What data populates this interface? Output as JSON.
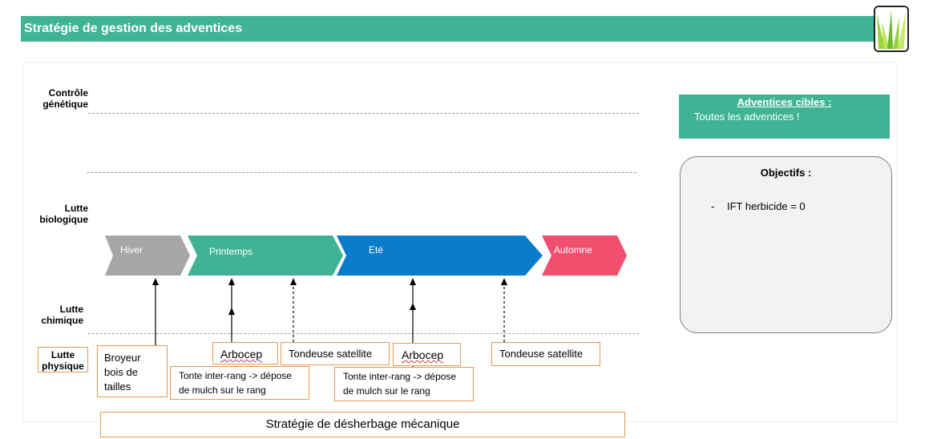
{
  "header": {
    "title": "Stratégie de gestion des adventices"
  },
  "logo": {
    "icon": "grass-logo-icon"
  },
  "rows": {
    "controle_genetique": "Contrôle génétique",
    "lutte_biologique": "Lutte biologique",
    "lutte_chimique": "Lutte chimique",
    "lutte_physique": "Lutte physique"
  },
  "seasons": [
    {
      "label": "Hiver",
      "color": "#a6a6a6"
    },
    {
      "label": "Printemps",
      "color": "#3fb394"
    },
    {
      "label": "Eté",
      "color": "#0a7cc9"
    },
    {
      "label": "Automne",
      "color": "#f0506e"
    }
  ],
  "interventions": {
    "broyeur": "Broyeur bois de tailles",
    "arbocep_1": "Arbocep",
    "tonte_1": "Tonte inter-rang -> dépose de mulch sur le rang",
    "tondeuse_1": "Tondeuse satellite",
    "arbocep_2": "Arbocep",
    "tonte_2": "Tonte inter-rang -> dépose de mulch sur le rang",
    "tondeuse_2": "Tondeuse satellite"
  },
  "strategy": {
    "label": "Stratégie de désherbage mécanique"
  },
  "targets": {
    "heading": "Adventices cibles :",
    "text": "Toutes les adventices !"
  },
  "objectives": {
    "heading": "Objectifs :",
    "items": [
      "IFT herbicide = 0"
    ]
  }
}
